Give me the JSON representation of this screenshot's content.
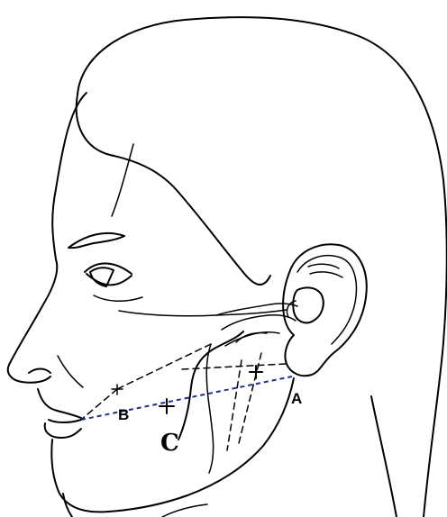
{
  "labels": {
    "a": "A",
    "b": "B",
    "c": "C"
  },
  "colors": {
    "line_ink": "#000000",
    "reference_line": "#1f2f8f"
  },
  "icons": {
    "point_marker": "plus-marker"
  }
}
